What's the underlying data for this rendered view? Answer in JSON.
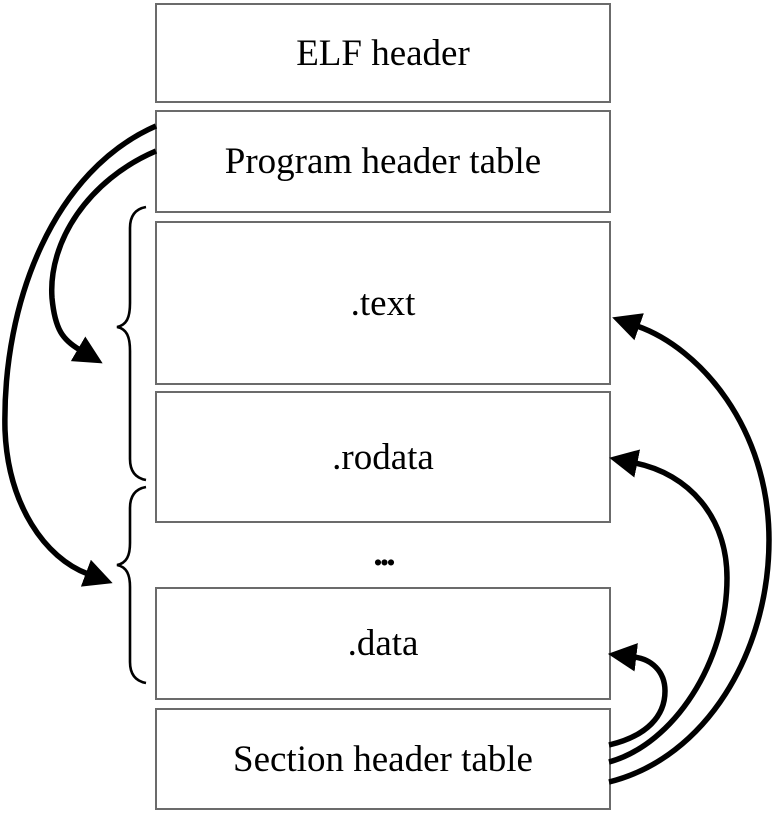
{
  "diagram": {
    "boxes": {
      "elf_header": "ELF header",
      "program_header_table": "Program header table",
      "text_section": ".text",
      "rodata_section": ".rodata",
      "ellipsis": "...",
      "data_section": ".data",
      "section_header_table": "Section header table"
    },
    "colors": {
      "line": "#000000",
      "box_border": "#6b6b6b",
      "text": "#000000",
      "background": "#ffffff"
    }
  }
}
